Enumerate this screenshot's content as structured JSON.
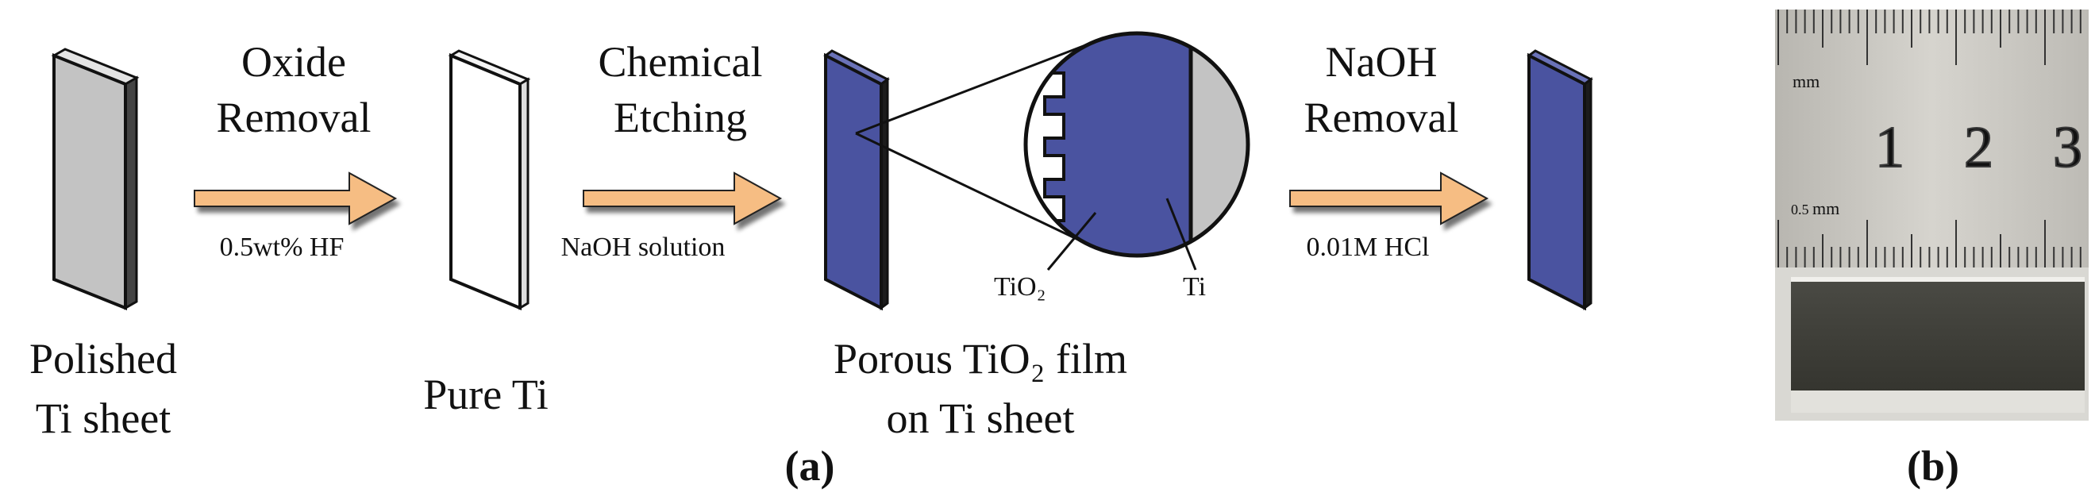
{
  "panel_a": {
    "steps": [
      {
        "line1": "Oxide",
        "line2": "Removal",
        "reagent": "0.5wt% HF"
      },
      {
        "line1": "Chemical",
        "line2": "Etching",
        "reagent": "NaOH solution"
      },
      {
        "line1": "NaOH",
        "line2": "Removal",
        "reagent": "0.01M HCl"
      }
    ],
    "samples": [
      {
        "line1": "Polished",
        "line2": "Ti sheet"
      },
      {
        "line1": "Pure Ti",
        "line2": ""
      },
      {
        "line1": "Porous TiO₂ film",
        "line2": "on Ti sheet"
      }
    ],
    "inset_labels": {
      "oxide": "TiO₂",
      "metal": "Ti"
    },
    "label": "(a)"
  },
  "panel_b": {
    "ruler": {
      "unit": "mm",
      "unit_small": "0.5",
      "numbers": [
        "1",
        "2",
        "3"
      ]
    },
    "label": "(b)"
  },
  "colors": {
    "grey_sheet": "#c3c3c3",
    "blue_sheet": "#4a53a0",
    "arrow_fill": "#f6bd83",
    "ruler": "#c9c7c1",
    "sample_dark": "#3e3e3a"
  }
}
